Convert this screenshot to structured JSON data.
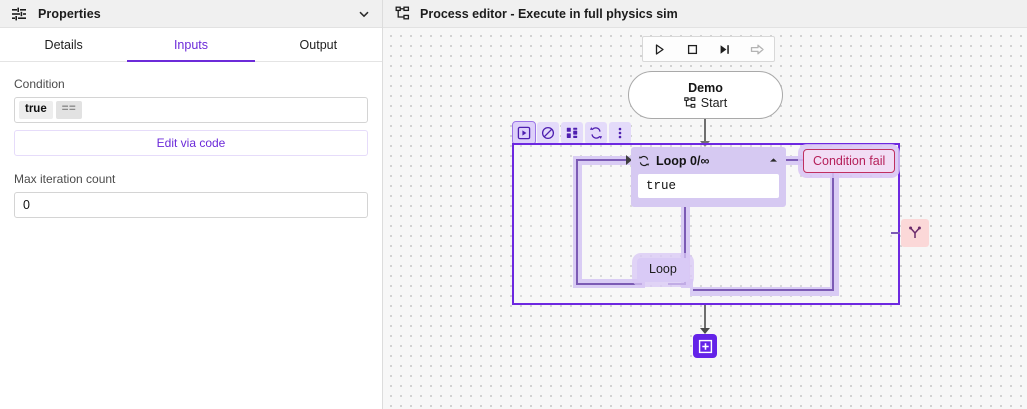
{
  "properties_panel": {
    "header": {
      "icon": "sliders-icon",
      "title": "Properties",
      "collapse_icon": "chevron-down-icon"
    },
    "tabs": [
      {
        "label": "Details",
        "active": false
      },
      {
        "label": "Inputs",
        "active": true
      },
      {
        "label": "Output",
        "active": false
      }
    ],
    "condition": {
      "label": "Condition",
      "value_chip": "true",
      "operator_chip": "==",
      "edit_code_label": "Edit via code"
    },
    "max_iteration": {
      "label": "Max iteration count",
      "value": "0",
      "placeholder": "0"
    }
  },
  "editor": {
    "header": {
      "icon": "sitemap-icon",
      "title": "Process editor - Execute in full physics sim"
    },
    "playback": [
      {
        "name": "play-icon",
        "label": "Play",
        "disabled": false
      },
      {
        "name": "stop-icon",
        "label": "Stop",
        "disabled": false
      },
      {
        "name": "step-forward-icon",
        "label": "Step forward",
        "disabled": false
      },
      {
        "name": "continue-arrow-icon",
        "label": "Continue",
        "disabled": true
      }
    ],
    "node_toolbar": [
      {
        "name": "run-node-icon",
        "label": "Run node",
        "selected": true
      },
      {
        "name": "disable-node-icon",
        "label": "Disable node",
        "selected": false
      },
      {
        "name": "group-icon",
        "label": "Group",
        "selected": false
      },
      {
        "name": "loop-icon",
        "label": "Loop",
        "selected": false
      },
      {
        "name": "more-options-icon",
        "label": "More options",
        "selected": false
      }
    ],
    "start_node": {
      "title": "Demo",
      "subtitle": "Start",
      "icon": "flow-start-icon"
    },
    "loop_node": {
      "icon": "loop-refresh-icon",
      "title": "Loop 0/∞",
      "collapse_icon": "chevron-up-icon",
      "expression": "true"
    },
    "condition_fail_badge": "Condition fail",
    "loop_back_node": "Loop",
    "branch_chip": {
      "icon": "branch-merge-icon"
    },
    "add_node": {
      "icon": "add-plus-icon",
      "label": "Add node"
    }
  },
  "colors": {
    "accent": "#6c2bd9",
    "container_border": "#6d28e0",
    "node_fill": "#d6c9f2",
    "wire": "#7c5bb5",
    "wire_halo": "#d9ccf4",
    "fail_text": "#b51f59",
    "fail_fill": "#f2ddf5",
    "branch_fill": "#fbd8d8",
    "add_fill": "#6423e8",
    "canvas_bg": "#f7f7f7",
    "header_bg": "#f0f0f0"
  }
}
